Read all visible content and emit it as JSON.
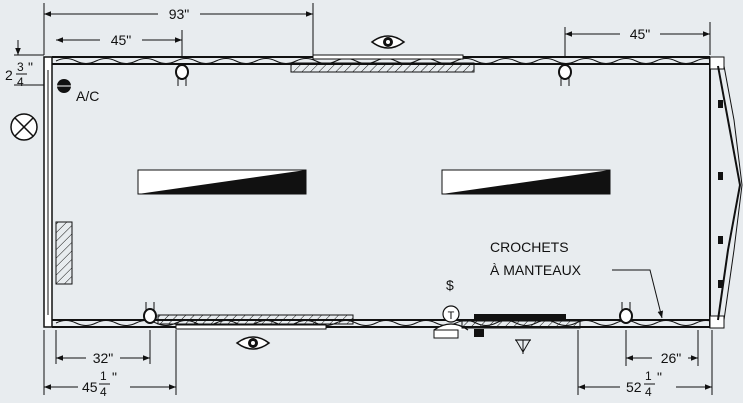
{
  "dimensions": {
    "top_total": "93\"",
    "top_left": "45\"",
    "top_right": "45\"",
    "left_whole": "2",
    "left_num": "3",
    "left_den": "4",
    "bottom_left_inner": "32\"",
    "bottom_left_whole": "45",
    "bottom_left_num": "1",
    "bottom_left_den": "4",
    "bottom_right_inner": "26\"",
    "bottom_right_whole": "52",
    "bottom_right_num": "1",
    "bottom_right_den": "4",
    "inch_mark": "\""
  },
  "labels": {
    "ac": "A/C",
    "coat_hooks_line1": "CROCHETS",
    "coat_hooks_line2": "À MANTEAUX",
    "dollar": "$",
    "t_symbol": "T"
  },
  "colors": {
    "background": "#e8ecef",
    "line": "#111111",
    "fill_dark": "#000000"
  },
  "icons": [
    "eye-icon",
    "circle-x-icon",
    "ac-unit-icon",
    "ground-symbol-icon",
    "thermostat-icon",
    "coat-hook-icon"
  ]
}
